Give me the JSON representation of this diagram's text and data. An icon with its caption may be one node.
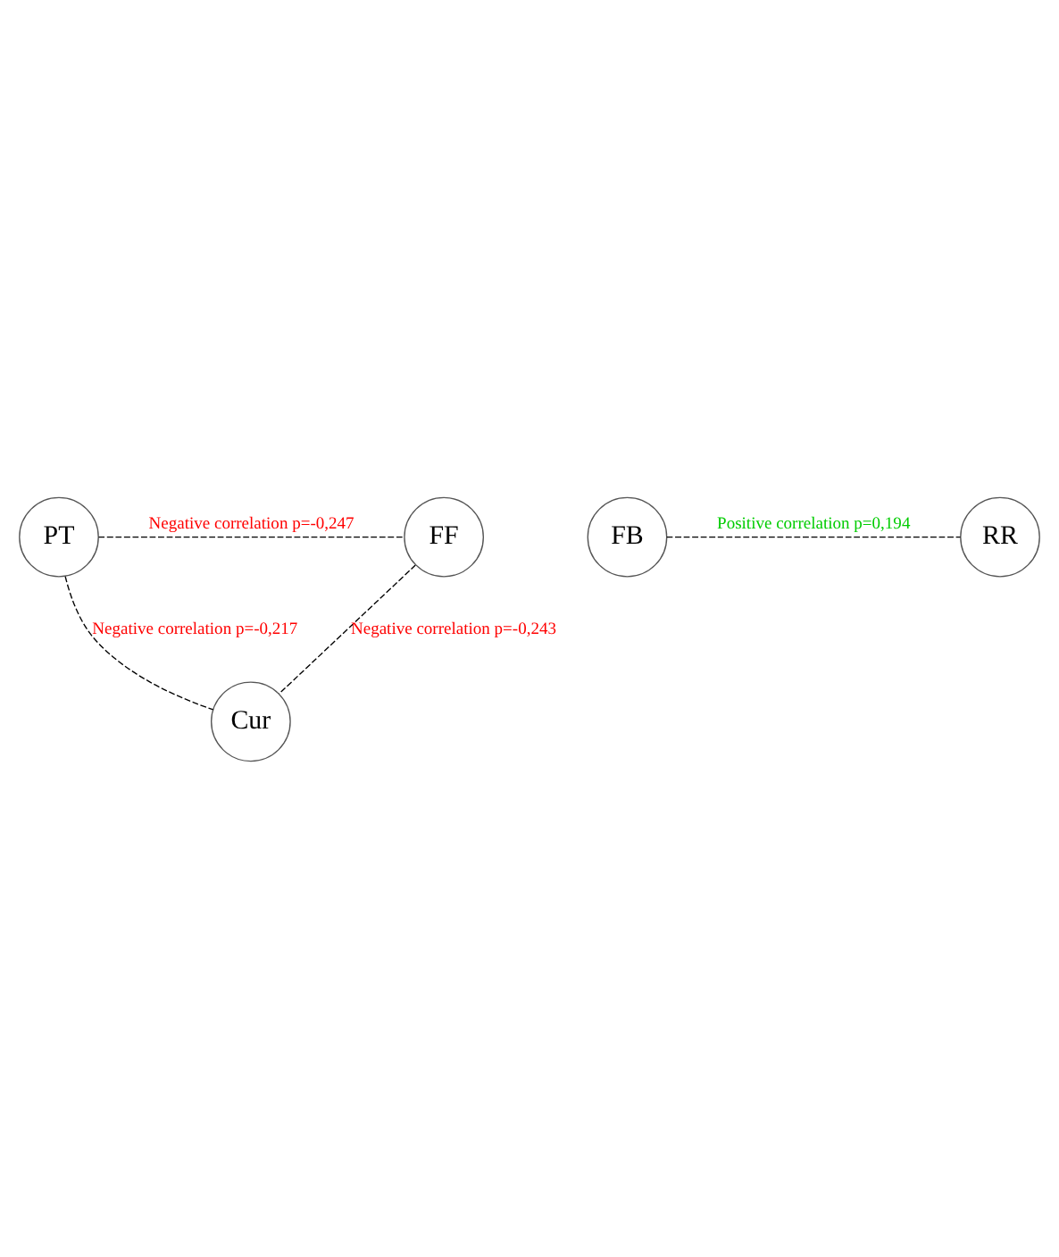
{
  "diagram": {
    "nodes": [
      {
        "text": [
          "PT"
        ]
      },
      {
        "text": [
          "FF"
        ]
      },
      {
        "text": [
          "Cur"
        ]
      },
      {
        "text": [
          "FB"
        ]
      },
      {
        "text": [
          "RR"
        ]
      }
    ],
    "edges": [
      {
        "from": 0,
        "to": 1,
        "arrow": "none",
        "style": "dashed",
        "label": "Negative correlation p=-0,247"
      },
      {
        "from": 0,
        "to": 2,
        "arrow": "none",
        "style": "dashed",
        "label": "Negative correlation p=-0,217"
      },
      {
        "from": 1,
        "to": 2,
        "arrow": "none",
        "style": "dashed",
        "label": "Negative correlation p=-0,243"
      },
      {
        "from": 3,
        "to": 4,
        "arrow": "none",
        "style": "dashed",
        "label": "Positive correlation p=0,194"
      }
    ]
  }
}
